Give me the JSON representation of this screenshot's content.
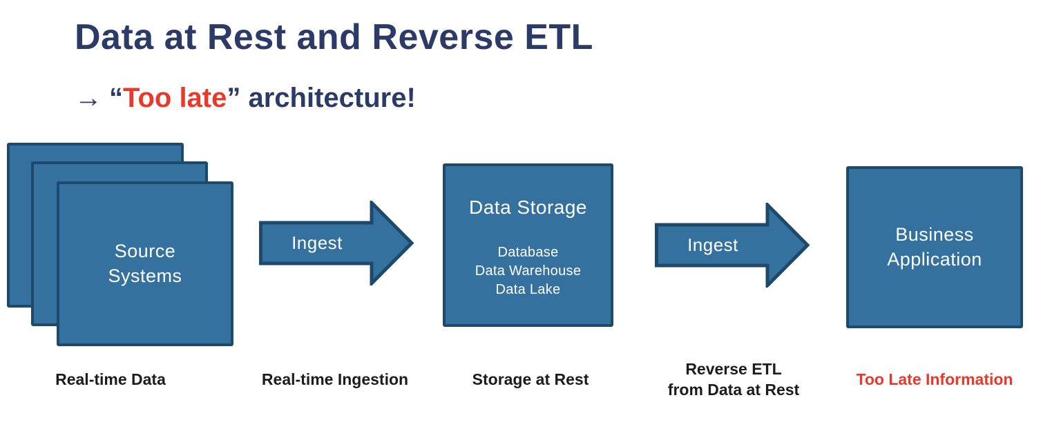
{
  "colors": {
    "navy": "#2b3a67",
    "red": "#e8392b",
    "box_fill": "#34719f",
    "box_border": "#1d4a6b",
    "caption_text": "#1c1c1c",
    "background": "#ffffff"
  },
  "header": {
    "title": "Data at Rest and Reverse ETL",
    "arrow": "→",
    "open_quote": "“",
    "highlight": "Too late",
    "close_quote": "”",
    "rest": " architecture!"
  },
  "diagram": {
    "source": {
      "line1": "Source",
      "line2": "Systems",
      "caption": "Real-time Data"
    },
    "arrow1": {
      "label": "Ingest",
      "caption": "Real-time Ingestion"
    },
    "storage": {
      "title": "Data Storage",
      "items": [
        "Database",
        "Data Warehouse",
        "Data Lake"
      ],
      "caption": "Storage at Rest"
    },
    "arrow2": {
      "label": "Ingest",
      "caption_line1": "Reverse ETL",
      "caption_line2": "from Data at Rest"
    },
    "app": {
      "line1": "Business",
      "line2": "Application",
      "caption": "Too Late Information"
    }
  }
}
